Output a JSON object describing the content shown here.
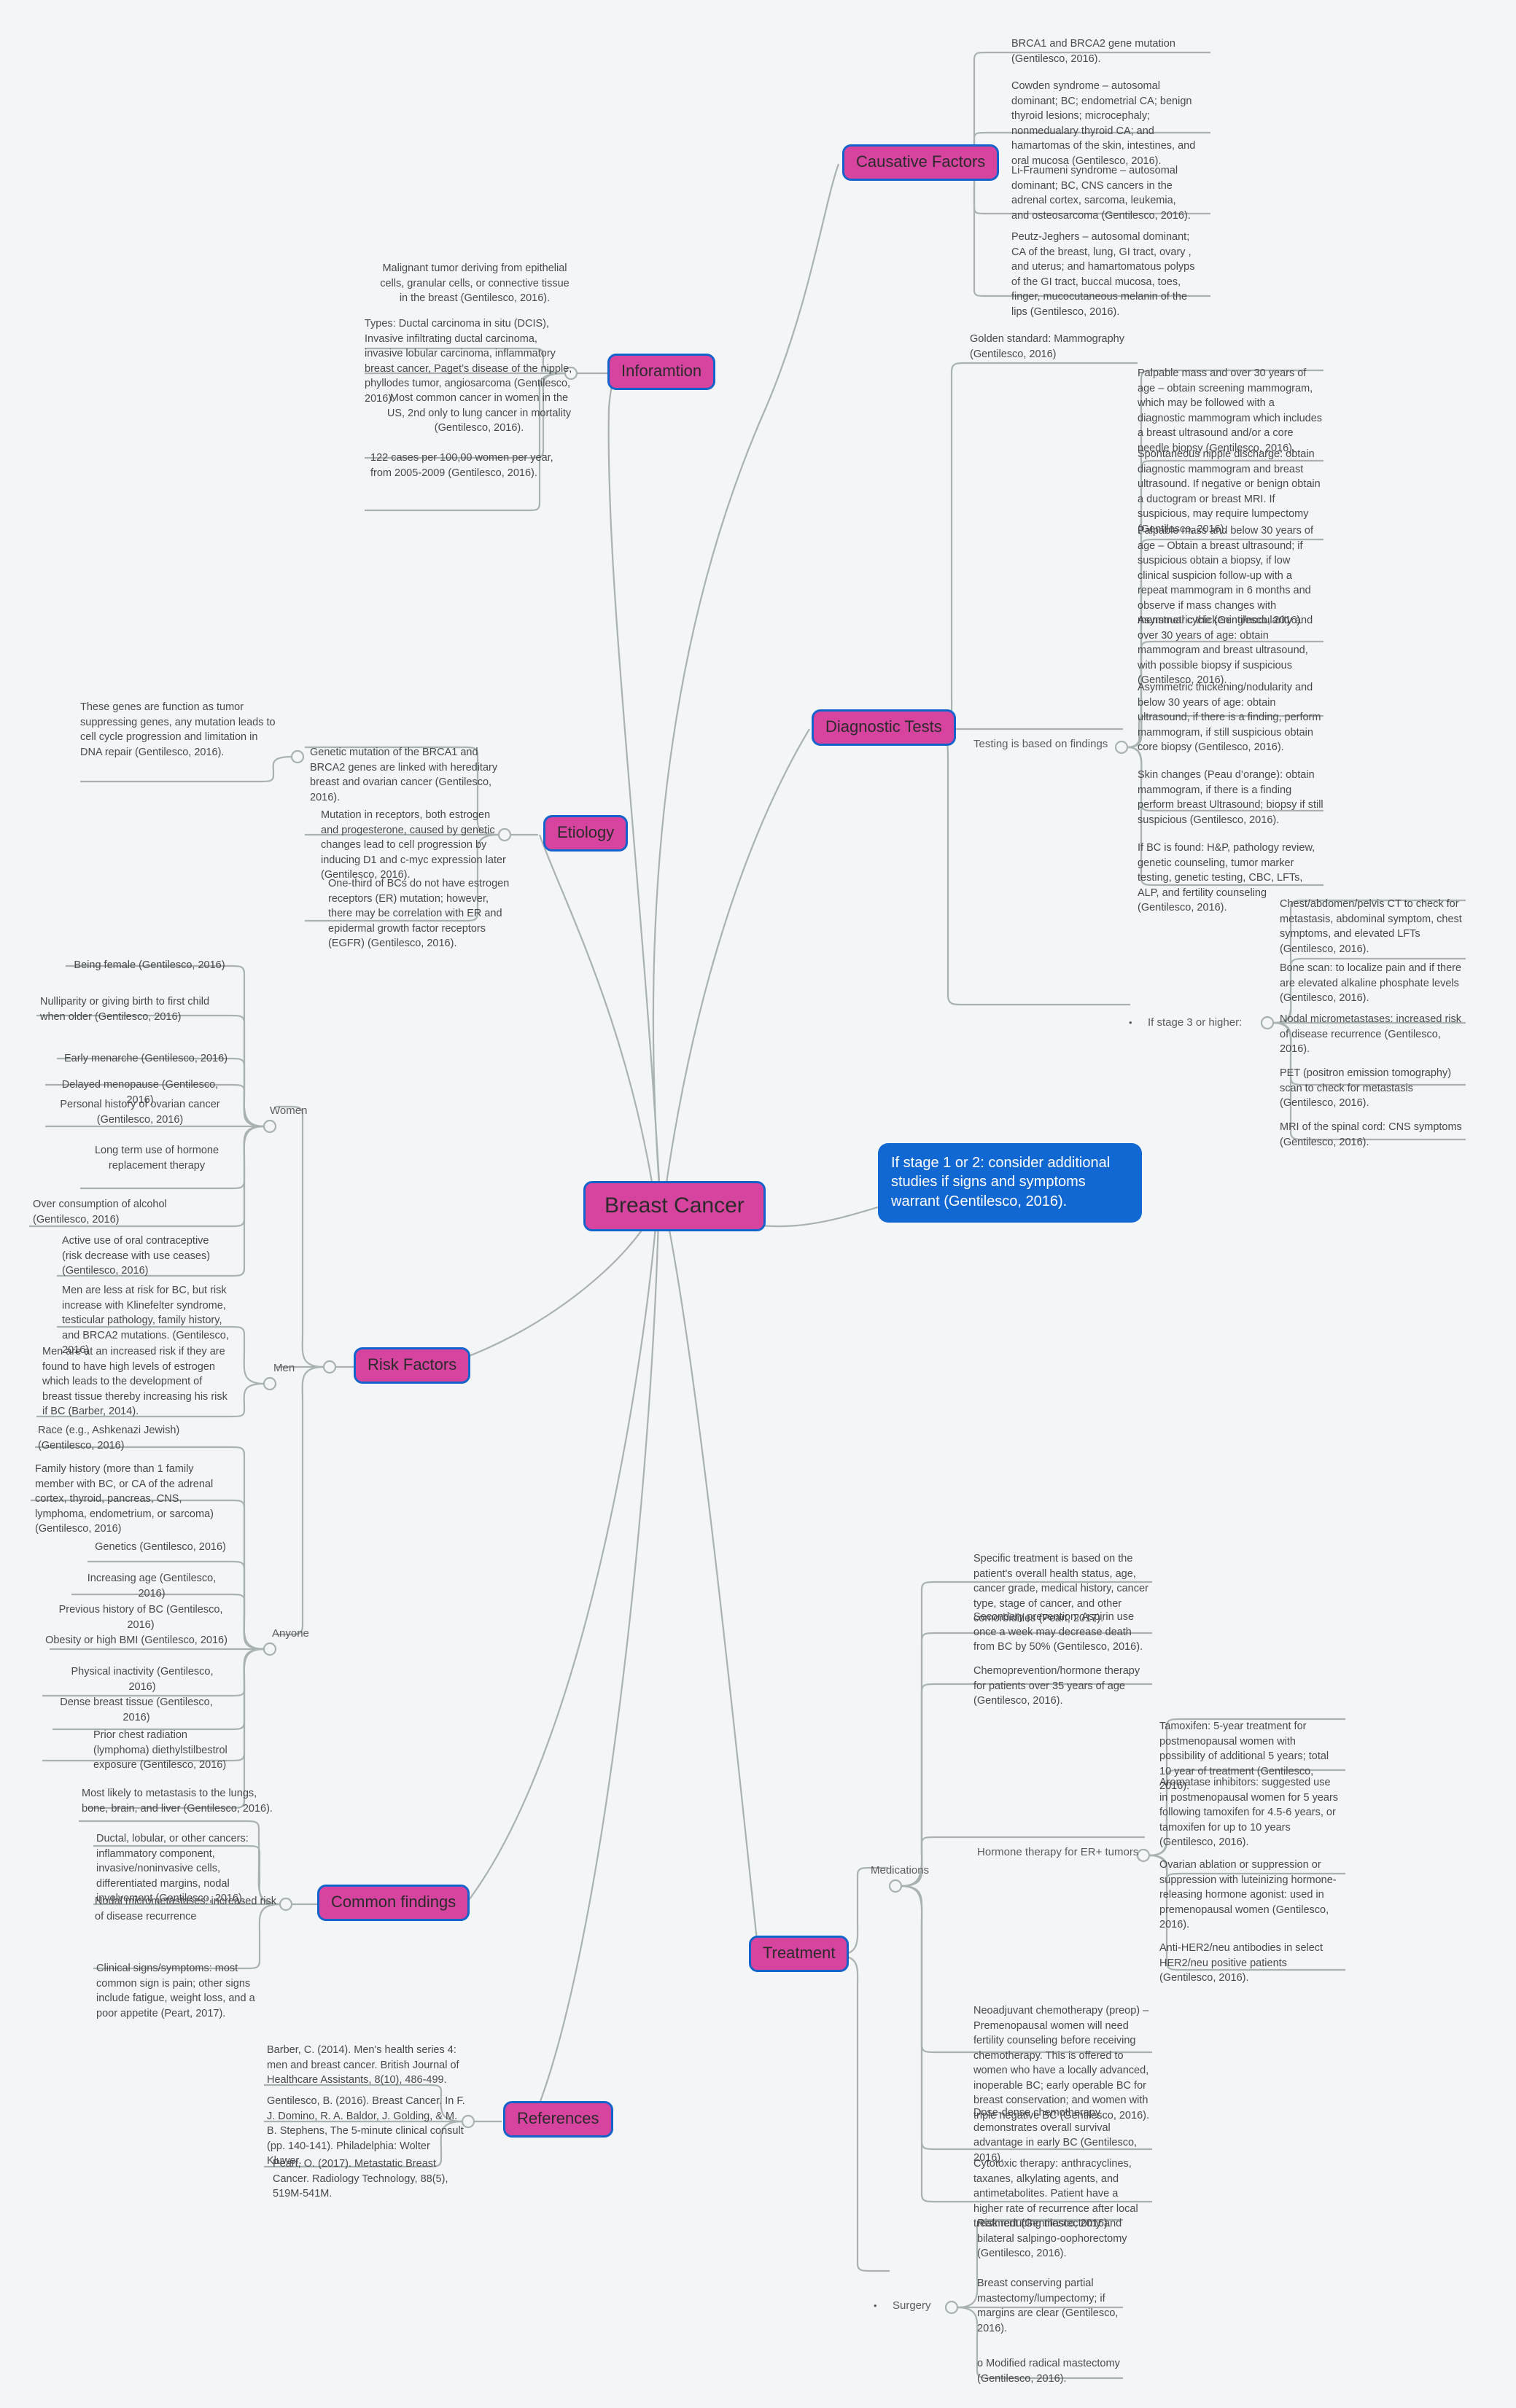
{
  "colors": {
    "background": "#f4f5f7",
    "topic_fill": "#d6449f",
    "topic_border": "#1264cc",
    "callout_fill": "#1268d3",
    "edge": "#a9b2b3",
    "text": "#46494d"
  },
  "root": {
    "label": "Breast Cancer"
  },
  "callout": {
    "text": "If stage 1 or 2: consider additional studies if signs and symptoms warrant (Gentilesco, 2016)."
  },
  "topics": {
    "causative_factors": "Causative Factors",
    "information": "Inforamtion",
    "diagnostic_tests": "Diagnostic Tests",
    "etiology": "Etiology",
    "risk_factors": "Risk Factors",
    "common_findings": "Common findings",
    "references": "References",
    "treatment": "Treatment"
  },
  "causative_factors": {
    "items": [
      "BRCA1 and BRCA2 gene mutation (Gentilesco, 2016).",
      "Cowden syndrome – autosomal dominant; BC; endometrial CA; benign thyroid lesions; microcephaly; nonmedualary thyroid CA; and hamartomas of the skin, intestines, and oral mucosa (Gentilesco, 2016).",
      "Li-Fraumeni syndrome – autosomal dominant; BC, CNS cancers in the adrenal cortex, sarcoma, leukemia, and osteosarcoma (Gentilesco, 2016).",
      "Peutz-Jeghers – autosomal dominant; CA of the breast, lung, GI tract, ovary , and uterus; and hamartomatous polyps of the GI tract, buccal mucosa, toes, finger, mucocutaneous melanin of the lips (Gentilesco, 2016)."
    ]
  },
  "information": {
    "items": [
      "Malignant tumor deriving from epithelial cells, granular cells, or connective tissue in the breast (Gentilesco, 2016).",
      "Types: Ductal carcinoma in situ (DCIS), Invasive infiltrating ductal carcinoma, invasive lobular carcinoma, inflammatory breast cancer, Paget’s disease of the nipple, phyllodes tumor, angiosarcoma (Gentilesco, 2016).",
      "Most common cancer in women in the US, 2nd only to lung cancer in mortality (Gentilesco, 2016).",
      "122 cases per 100,00 women per year, from 2005-2009 (Gentilesco, 2016)."
    ]
  },
  "diagnostic_tests": {
    "golden_standard": "Golden standard: Mammography (Gentilesco, 2016)",
    "testing_label": "Testing is based on findings",
    "testing_items": [
      "Palpable mass and over 30 years of age – obtain screening mammogram, which may be followed with a diagnostic mammogram which includes a breast ultrasound and/or a core needle biopsy (Gentilesco, 2016).",
      "Spontaneous nipple discharge: obtain diagnostic mammogram and breast ultrasound. If negative or benign obtain a ductogram or breast MRI. If suspicious, may require lumpectomy (Gentilesco, 2016).",
      "Palpable mass and below 30 years of age – Obtain a breast ultrasound; if suspicious obtain a biopsy, if low clinical suspicion follow-up with a repeat mammogram in 6 months and observe if mass changes with menstrual cycle (Gentilesco, 2016).",
      "Asymmetric thickening/nodularity and over 30 years of age: obtain mammogram and breast ultrasound, with possible biopsy if suspicious (Gentilesco, 2016).",
      "Asymmetric thickening/nodularity and below 30 years of age: obtain ultrasound, if there is a finding, perform mammogram, if still suspicious obtain core biopsy (Gentilesco, 2016).",
      "Skin changes (Peau d’orange): obtain mammogram, if there is a finding perform breast Ultrasound; biopsy if still suspicious (Gentilesco, 2016).",
      "If BC is found: H&P, pathology review, genetic counseling, tumor marker testing, genetic testing, CBC, LFTs, ALP, and fertility counseling (Gentilesco, 2016)."
    ],
    "stage3_label": "If stage 3 or higher:",
    "stage3_items": [
      "Chest/abdomen/pelvis CT to check for metastasis, abdominal symptom, chest symptoms, and elevated LFTs (Gentilesco, 2016).",
      "Bone scan: to localize pain and if there are elevated alkaline phosphate levels (Gentilesco, 2016).",
      "Nodal micrometastases: increased risk of disease recurrence (Gentilesco, 2016).",
      "PET (positron emission tomography) scan to check for metastasis (Gentilesco, 2016).",
      "MRI of the spinal cord: CNS symptoms (Gentilesco, 2016)."
    ]
  },
  "etiology": {
    "items": [
      "Genetic mutation of the BRCA1 and BRCA2 genes are linked with hereditary breast and ovarian cancer (Gentilesco, 2016).",
      "Mutation in receptors, both estrogen and progesterone, caused by genetic changes lead to cell progression by inducing D1 and c-myc expression later (Gentilesco, 2016).",
      "One-third of BCs do not have estrogen receptors (ER) mutation; however, there may be correlation with ER and epidermal growth factor receptors (EGFR) (Gentilesco, 2016)."
    ],
    "sub_item": "These genes are function as tumor suppressing genes, any mutation leads to cell cycle progression and limitation in DNA repair (Gentilesco, 2016)."
  },
  "risk_factors": {
    "women_label": "Women",
    "women_items": [
      "Being female (Gentilesco, 2016)",
      "Nulliparity or giving birth to first child when older (Gentilesco, 2016)",
      "Early menarche (Gentilesco, 2016)",
      "Delayed menopause (Gentilesco, 2016)",
      "Personal history of ovarian cancer (Gentilesco, 2016)",
      "Long term use of hormone replacement therapy",
      "Over consumption of alcohol (Gentilesco, 2016)",
      "Active use of oral contraceptive (risk decrease with use ceases) (Gentilesco, 2016)"
    ],
    "men_label": "Men",
    "men_items": [
      "Men are less at risk for BC, but risk increase with Klinefelter syndrome, testicular pathology, family history, and BRCA2 mutations. (Gentilesco, 2016)",
      "Men are at an increased risk if they are found to have high levels of estrogen which leads to the development of breast tissue thereby increasing his risk if BC (Barber, 2014)."
    ],
    "anyone_label": "Anyone",
    "anyone_items": [
      "Race (e.g., Ashkenazi Jewish) (Gentilesco, 2016)",
      "Family history (more than 1 family member with BC, or CA of the adrenal cortex, thyroid, pancreas, CNS, lymphoma, endometrium, or sarcoma) (Gentilesco, 2016)",
      "Genetics (Gentilesco, 2016)",
      "Increasing age (Gentilesco, 2016)",
      "Previous history of BC (Gentilesco, 2016)",
      "Obesity or high BMI (Gentilesco, 2016)",
      "Physical inactivity (Gentilesco, 2016)",
      "Dense breast tissue (Gentilesco, 2016)",
      "Prior chest radiation (lymphoma) diethylstilbestrol exposure (Gentilesco, 2016)"
    ]
  },
  "common_findings": {
    "items": [
      "Most likely to metastasis to the lungs, bone, brain, and liver (Gentilesco, 2016).",
      "Ductal, lobular, or other cancers: inflammatory component, invasive/noninvasive cells, differentiated margins, nodal involvement (Gentilesco, 2016).",
      "Nodal micrometastases: increased risk of disease recurrence",
      "Clinical signs/symptoms: most common sign is pain; other signs include fatigue, weight loss, and a poor appetite (Peart, 2017)."
    ]
  },
  "references": {
    "items": [
      "Barber, C. (2014). Men's health series 4: men and breast cancer. British Journal of Healthcare Assistants, 8(10), 486-499.",
      "Gentilesco, B. (2016). Breast Cancer. In F. J. Domino, R. A. Baldor, J. Golding, & M. B. Stephens, The 5-minute clinical consult (pp. 140-141). Philadelphia: Wolter Kluwer.",
      "Peart, O. (2017). Metastatic Breast Cancer. Radiology Technology, 88(5), 519M-541M."
    ]
  },
  "treatment": {
    "medications_label": "Medications",
    "medications_items": [
      "Specific treatment is based on the patient's overall health status, age, cancer grade, medical history, cancer type, stage of cancer, and other comorbidities (Peart, 2017).",
      "Secondary prevention: Aspirin use once a week may decrease death from BC by 50% (Gentilesco, 2016).",
      "Chemoprevention/hormone therapy for patients over 35 years of age (Gentilesco, 2016)."
    ],
    "hormone_label": "Hormone therapy for ER+ tumors",
    "hormone_items": [
      "Tamoxifen: 5-year treatment for postmenopausal women with possibility of additional 5 years; total 10 year of treatment (Gentilesco, 2016).",
      "Aromatase inhibitors: suggested use in postmenopausal women for 5 years following tamoxifen for 4.5-6 years, or tamoxifen for up to 10 years (Gentilesco, 2016).",
      "Ovarian ablation or suppression or suppression with luteinizing hormone-releasing hormone agonist: used in premenopausal women (Gentilesco, 2016).",
      "Anti-HER2/neu antibodies in select HER2/neu positive patients (Gentilesco, 2016)."
    ],
    "chemo_items": [
      "Neoadjuvant chemotherapy (preop) – Premenopausal women will need fertility counseling before receiving chemotherapy. This is offered to women who have a locally advanced, inoperable BC; early operable BC for breast conservation; and women with triple negative BC (Gentilesco, 2016).",
      "Dose-dense chemotherapy demonstrates overall survival advantage in early BC (Gentilesco, 2016).",
      "Cytotoxic therapy: anthracyclines, taxanes, alkylating agents, and antimetabolites. Patient have a higher rate of recurrence after local treatment (Gentilesco, 2016)."
    ],
    "surgery_label": "Surgery",
    "surgery_items": [
      "Risk reducing mastectomy and bilateral salpingo-oophorectomy (Gentilesco, 2016).",
      "Breast conserving partial mastectomy/lumpectomy; if margins are clear (Gentilesco, 2016).",
      "o     Modified radical mastectomy (Gentilesco, 2016)."
    ]
  }
}
